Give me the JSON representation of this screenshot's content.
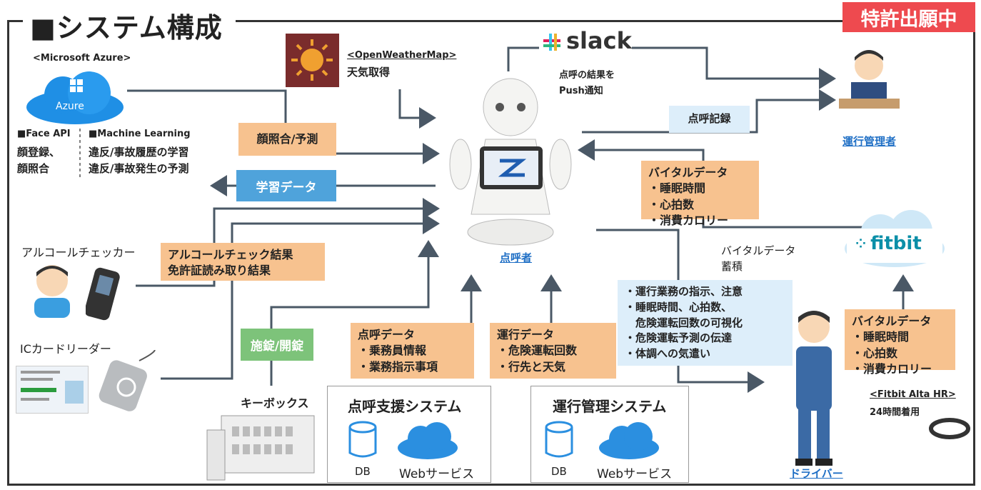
{
  "header": {
    "title": "■システム構成",
    "patent_badge": "特許出願中"
  },
  "azure": {
    "heading": "<Microsoft Azure>",
    "cloud_label": "Azure",
    "face_api_title": "■Face API",
    "face_api_lines": [
      "顔登録、",
      "顔照合"
    ],
    "ml_title": "■Machine Learning",
    "ml_lines": [
      "違反/事故履歴の学習",
      "違反/事故発生の予測"
    ]
  },
  "weather": {
    "heading": "<OpenWeatherMap>",
    "label": "天気取得"
  },
  "slack": {
    "logo_text": "slack",
    "message_lines": [
      "点呼の結果を",
      "Push通知"
    ]
  },
  "manager": {
    "name": "運行管理者",
    "record_label": "点呼記録"
  },
  "robot": {
    "name": "点呼者"
  },
  "flows": {
    "face_match": "顔照合/予測",
    "learning_data": "学習データ",
    "alcohol_result_lines": [
      "アルコールチェック結果",
      "免許証読み取り結果"
    ],
    "lock_unlock": "施錠/開錠",
    "vital_to_robot": {
      "title": "バイタルデータ",
      "items": [
        "・睡眠時間",
        "・心拍数",
        "・消費カロリー"
      ]
    },
    "vital_store_lines": [
      "バイタルデータ",
      "蓄積"
    ],
    "instructions": [
      "・運行業務の指示、注意",
      "・睡眠時間、心拍数、",
      "　危険運転回数の可視化",
      "・危険運転予測の伝達",
      "・体調への気遣い"
    ]
  },
  "devices": {
    "alcohol_checker": "アルコールチェッカー",
    "ic_card_reader": "ICカードリーダー",
    "key_box": "キーボックス"
  },
  "tenko_system": {
    "data_title": "点呼データ",
    "data_items": [
      "・乗務員情報",
      "・業務指示事項"
    ],
    "name": "点呼支援システム",
    "db_label": "DB",
    "web_label": "Webサービス"
  },
  "operation_system": {
    "data_title": "運行データ",
    "data_items": [
      "・危険運転回数",
      "・行先と天気"
    ],
    "name": "運行管理システム",
    "db_label": "DB",
    "web_label": "Webサービス"
  },
  "fitbit": {
    "logo_text": "fitbit",
    "vital_title": "バイタルデータ",
    "vital_items": [
      "・睡眠時間",
      "・心拍数",
      "・消費カロリー"
    ],
    "device_heading": "<Fitbit Alta HR>",
    "device_note": "24時間着用"
  },
  "driver": {
    "name": "ドライバー"
  },
  "colors": {
    "orange_box": "#f7c28f",
    "blue_box": "#4fa3db",
    "green_box": "#7dc37a",
    "light_blue_box": "#ddeefa",
    "patent_red": "#ee4a4f",
    "link_blue": "#1f6fc5",
    "arrow_gray": "#4a5866"
  }
}
